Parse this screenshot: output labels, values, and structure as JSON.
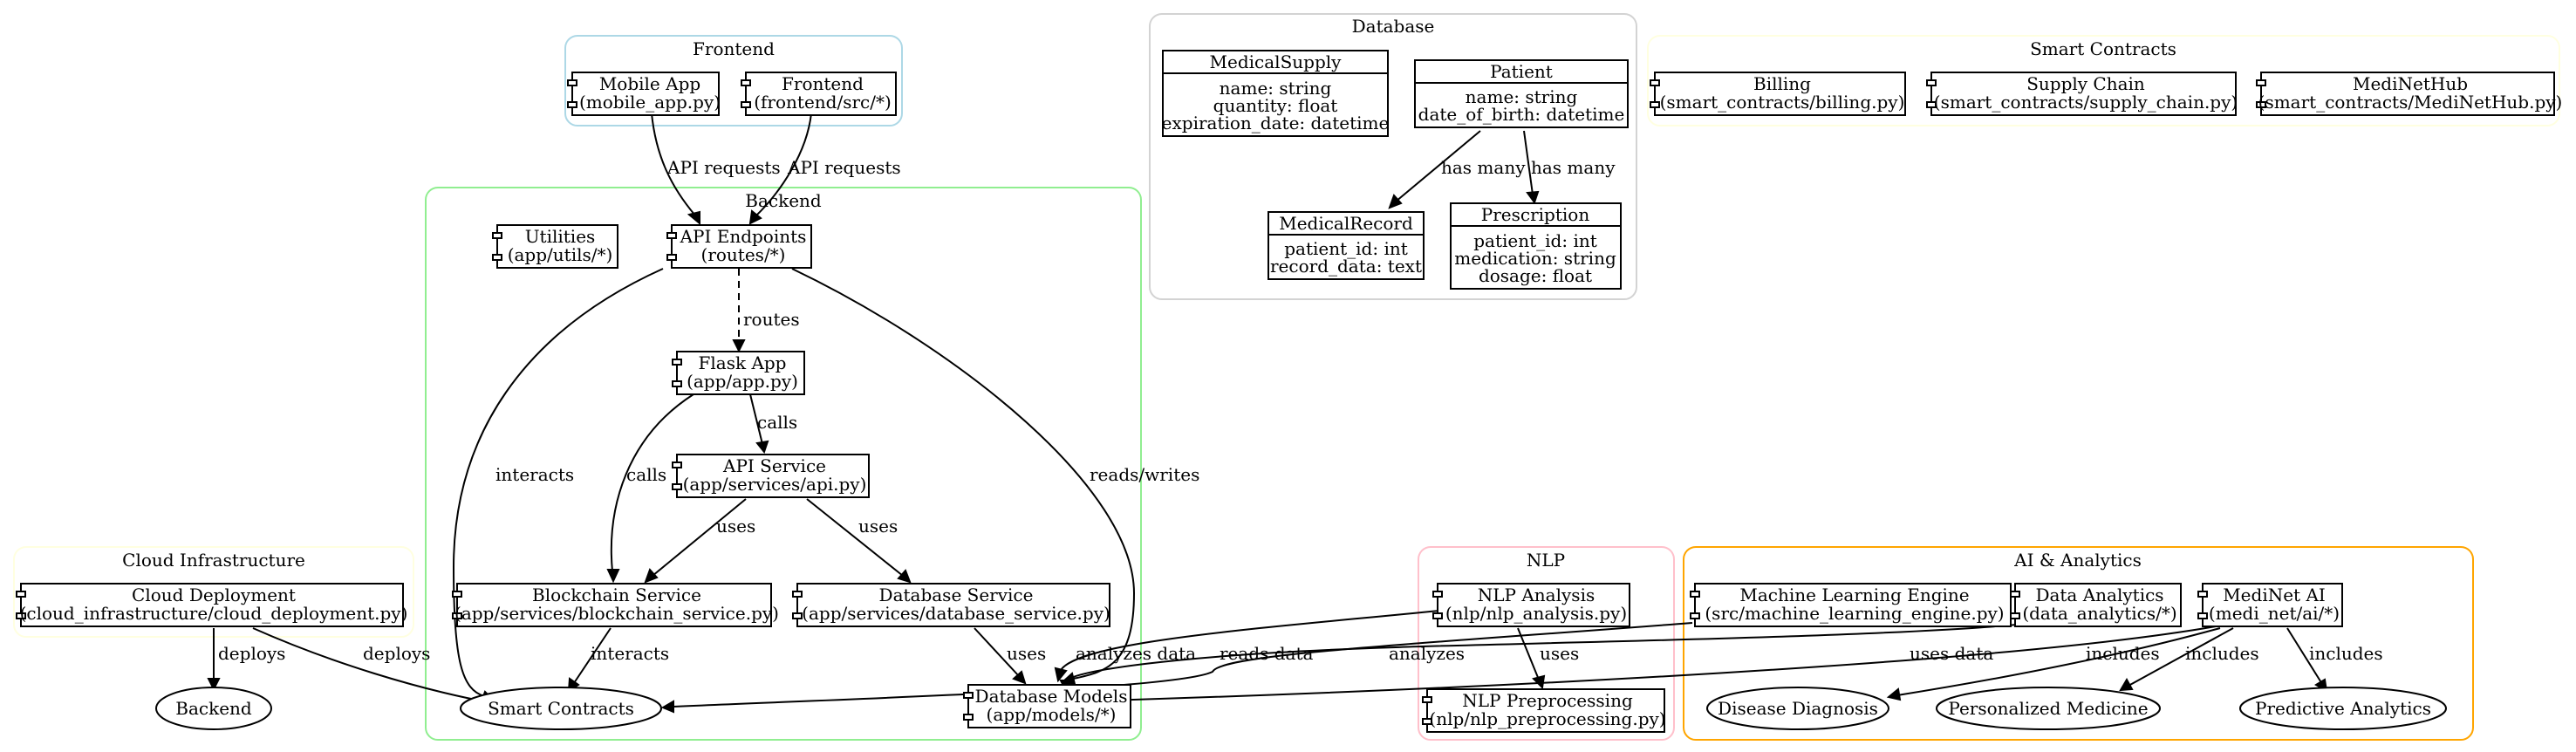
{
  "clusters": {
    "frontend": {
      "label": "Frontend",
      "color": "#add8e6"
    },
    "database": {
      "label": "Database",
      "color": "#d3d3d3"
    },
    "smart_contracts": {
      "label": "Smart Contracts",
      "color": "#ffffe0"
    },
    "backend": {
      "label": "Backend",
      "color": "#90ee90"
    },
    "cloud": {
      "label": "Cloud Infrastructure",
      "color": "#ffffe0"
    },
    "nlp": {
      "label": "NLP",
      "color": "#ffc0cb"
    },
    "ai": {
      "label": "AI & Analytics",
      "color": "#ffa500"
    }
  },
  "nodes": {
    "mobile_app": [
      "Mobile App",
      "(mobile_app.py)"
    ],
    "frontend_src": [
      "Frontend",
      "(frontend/src/*)"
    ],
    "billing": [
      "Billing",
      "(smart_contracts/billing.py)"
    ],
    "supply_chain": [
      "Supply Chain",
      "(smart_contracts/supply_chain.py)"
    ],
    "medinethub": [
      "MediNetHub",
      "(smart_contracts/MediNetHub.py)"
    ],
    "utilities": [
      "Utilities",
      "(app/utils/*)"
    ],
    "api_endpoints": [
      "API Endpoints",
      "(routes/*)"
    ],
    "flask_app": [
      "Flask App",
      "(app/app.py)"
    ],
    "api_service": [
      "API Service",
      "(app/services/api.py)"
    ],
    "blockchain_service": [
      "Blockchain Service",
      "(app/services/blockchain_service.py)"
    ],
    "database_service": [
      "Database Service",
      "(app/services/database_service.py)"
    ],
    "database_models": [
      "Database Models",
      "(app/models/*)"
    ],
    "cloud_deployment": [
      "Cloud Deployment",
      "(cloud_infrastructure/cloud_deployment.py)"
    ],
    "nlp_analysis": [
      "NLP Analysis",
      "(nlp/nlp_analysis.py)"
    ],
    "nlp_preprocessing": [
      "NLP Preprocessing",
      "(nlp/nlp_preprocessing.py)"
    ],
    "ml_engine": [
      "Machine Learning Engine",
      "(src/machine_learning_engine.py)"
    ],
    "data_analytics": [
      "Data Analytics",
      "(data_analytics/*)"
    ],
    "medinet_ai": [
      "MediNet AI",
      "(medi_net/ai/*)"
    ]
  },
  "ellipses": {
    "smart_contracts_node": "Smart Contracts",
    "backend_node": "Backend",
    "disease_diagnosis": "Disease Diagnosis",
    "personalized_medicine": "Personalized Medicine",
    "predictive_analytics": "Predictive Analytics"
  },
  "records": {
    "medical_supply": {
      "name": "MedicalSupply",
      "fields": [
        "name: string",
        "quantity: float",
        "expiration_date: datetime"
      ]
    },
    "patient": {
      "name": "Patient",
      "fields": [
        "name: string",
        "date_of_birth: datetime"
      ]
    },
    "medical_record": {
      "name": "MedicalRecord",
      "fields": [
        "patient_id: int",
        "record_data: text"
      ]
    },
    "prescription": {
      "name": "Prescription",
      "fields": [
        "patient_id: int",
        "medication: string",
        "dosage: float"
      ]
    }
  },
  "edge_labels": {
    "mobile_api": "API requests",
    "frontend_api": "API requests",
    "has_many_1": "has many",
    "has_many_2": "has many",
    "routes": "routes",
    "calls_1": "calls",
    "calls_2": "calls",
    "interacts_1": "interacts",
    "reads_writes": "reads/writes",
    "uses_blockchain": "uses",
    "uses_database": "uses",
    "interacts_2": "interacts",
    "uses_models": "uses",
    "deploys_1": "deploys",
    "deploys_2": "deploys",
    "analyzes_data": "analyzes data",
    "reads_data": "reads data",
    "analyzes": "analyzes",
    "nlp_uses": "uses",
    "uses_data": "uses data",
    "includes_1": "includes",
    "includes_2": "includes",
    "includes_3": "includes"
  }
}
